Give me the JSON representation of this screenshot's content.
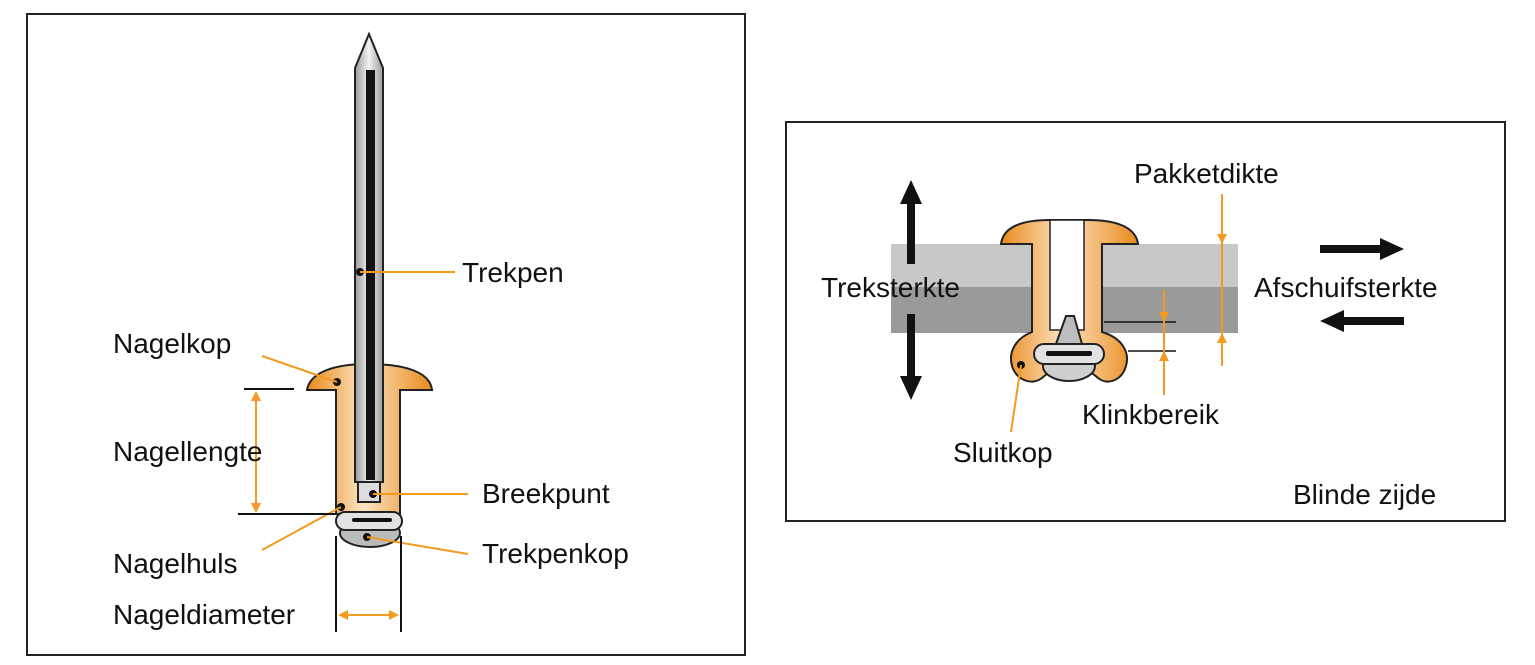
{
  "colors": {
    "accent": "#f39a1f",
    "rivet_fill": "#f5b060",
    "mandrel_fill": "#cfcfcf",
    "plate_light": "#c8c8c8",
    "plate_dark": "#9a9a9a"
  },
  "left_panel": {
    "labels": {
      "trekpen": "Trekpen",
      "nagelkop": "Nagelkop",
      "nagellengte": "Nagellengte",
      "breekpunt": "Breekpunt",
      "nagelhuls": "Nagelhuls",
      "trekpenkop": "Trekpenkop",
      "nageldiameter": "Nageldiameter"
    }
  },
  "right_panel": {
    "labels": {
      "pakketdikte": "Pakketdikte",
      "treksterkte": "Treksterkte",
      "afschuifsterkte": "Afschuifsterkte",
      "klinkbereik": "Klinkbereik",
      "sluitkop": "Sluitkop",
      "blinde_zijde": "Blinde zijde"
    }
  }
}
